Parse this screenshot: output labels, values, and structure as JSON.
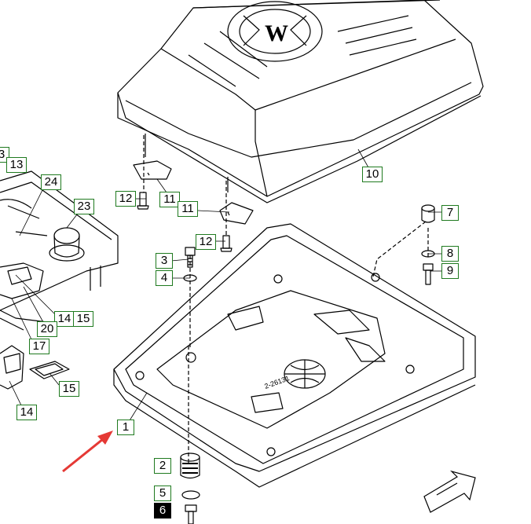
{
  "diagram": {
    "callouts": [
      {
        "id": "c1",
        "text": "1"
      },
      {
        "id": "c2",
        "text": "2"
      },
      {
        "id": "c3a",
        "text": "3"
      },
      {
        "id": "c3b",
        "text": "3"
      },
      {
        "id": "c4",
        "text": "4"
      },
      {
        "id": "c5",
        "text": "5"
      },
      {
        "id": "c6",
        "text": "6"
      },
      {
        "id": "c7",
        "text": "7"
      },
      {
        "id": "c8",
        "text": "8"
      },
      {
        "id": "c9",
        "text": "9"
      },
      {
        "id": "c10",
        "text": "10"
      },
      {
        "id": "c11a",
        "text": "11"
      },
      {
        "id": "c11b",
        "text": "11"
      },
      {
        "id": "c12a",
        "text": "12"
      },
      {
        "id": "c12b",
        "text": "12"
      },
      {
        "id": "c13",
        "text": "13"
      },
      {
        "id": "c14a",
        "text": "14"
      },
      {
        "id": "c14b",
        "text": "14"
      },
      {
        "id": "c15a",
        "text": "15"
      },
      {
        "id": "c15b",
        "text": "15"
      },
      {
        "id": "c17",
        "text": "17"
      },
      {
        "id": "c20",
        "text": "20"
      },
      {
        "id": "c23",
        "text": "23"
      },
      {
        "id": "c24",
        "text": "24"
      }
    ],
    "highlighted_callout": "6",
    "highlight_color": "#000000",
    "callout_border_color": "#1f7a1f",
    "arrow_color": "#e53935",
    "brand_mark_text": "W",
    "base_stamp_text": "2-26131"
  }
}
